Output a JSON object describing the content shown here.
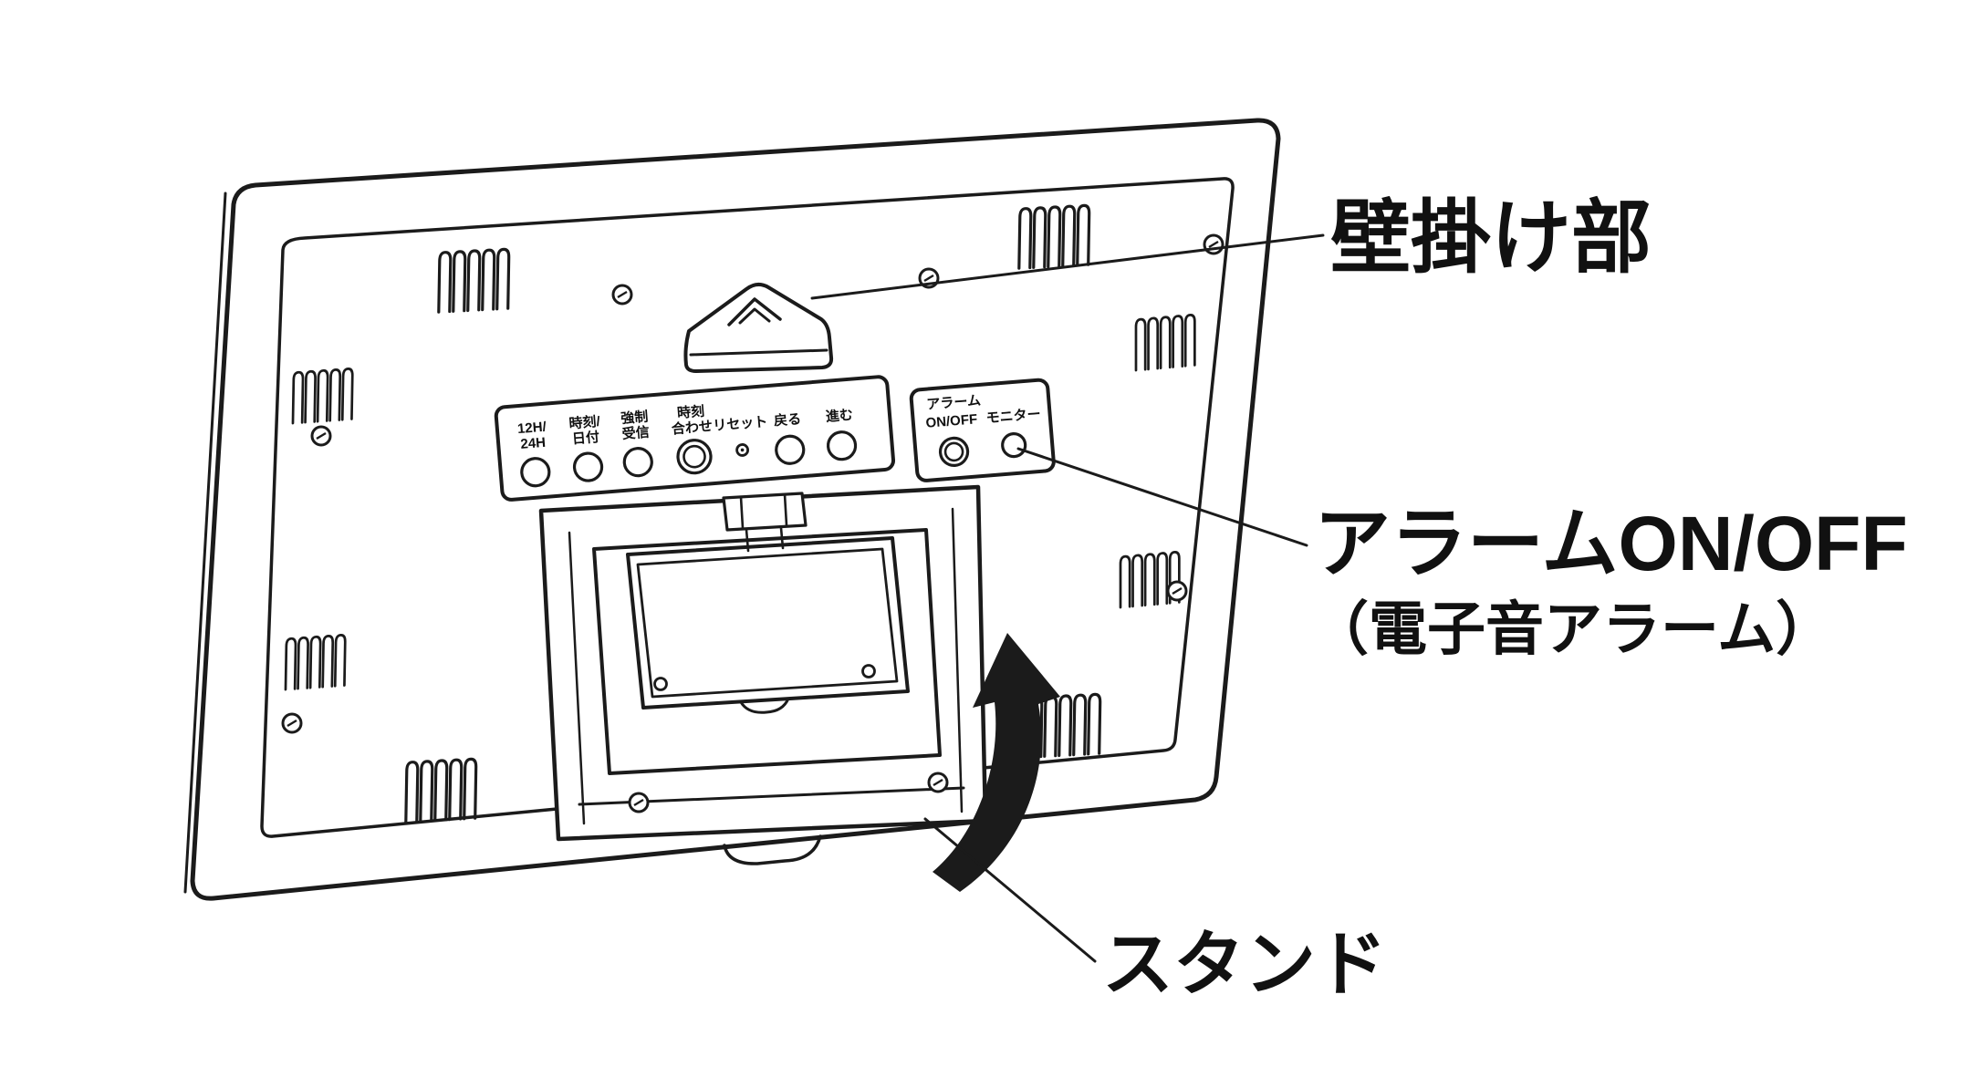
{
  "colors": {
    "ink": "#1b1b1b",
    "background": "#ffffff"
  },
  "callouts": {
    "wall_mount": "壁掛け部",
    "alarm_line1": "アラームON/OFF",
    "alarm_line2": "（電子音アラーム）",
    "stand": "スタンド"
  },
  "control_buttons": {
    "b1_line1": "12H/",
    "b1_line2": "24H",
    "b2_line1": "時刻/",
    "b2_line2": "日付",
    "b3_line1": "強制",
    "b3_line2": "受信",
    "b4_line1": "時刻",
    "b4_line2": "合わせ",
    "b5": "リセット",
    "b6": "戻る",
    "b7": "進む"
  },
  "alarm_panel": {
    "title": "アラーム",
    "onoff": "ON/OFF",
    "monitor": "モニター"
  }
}
